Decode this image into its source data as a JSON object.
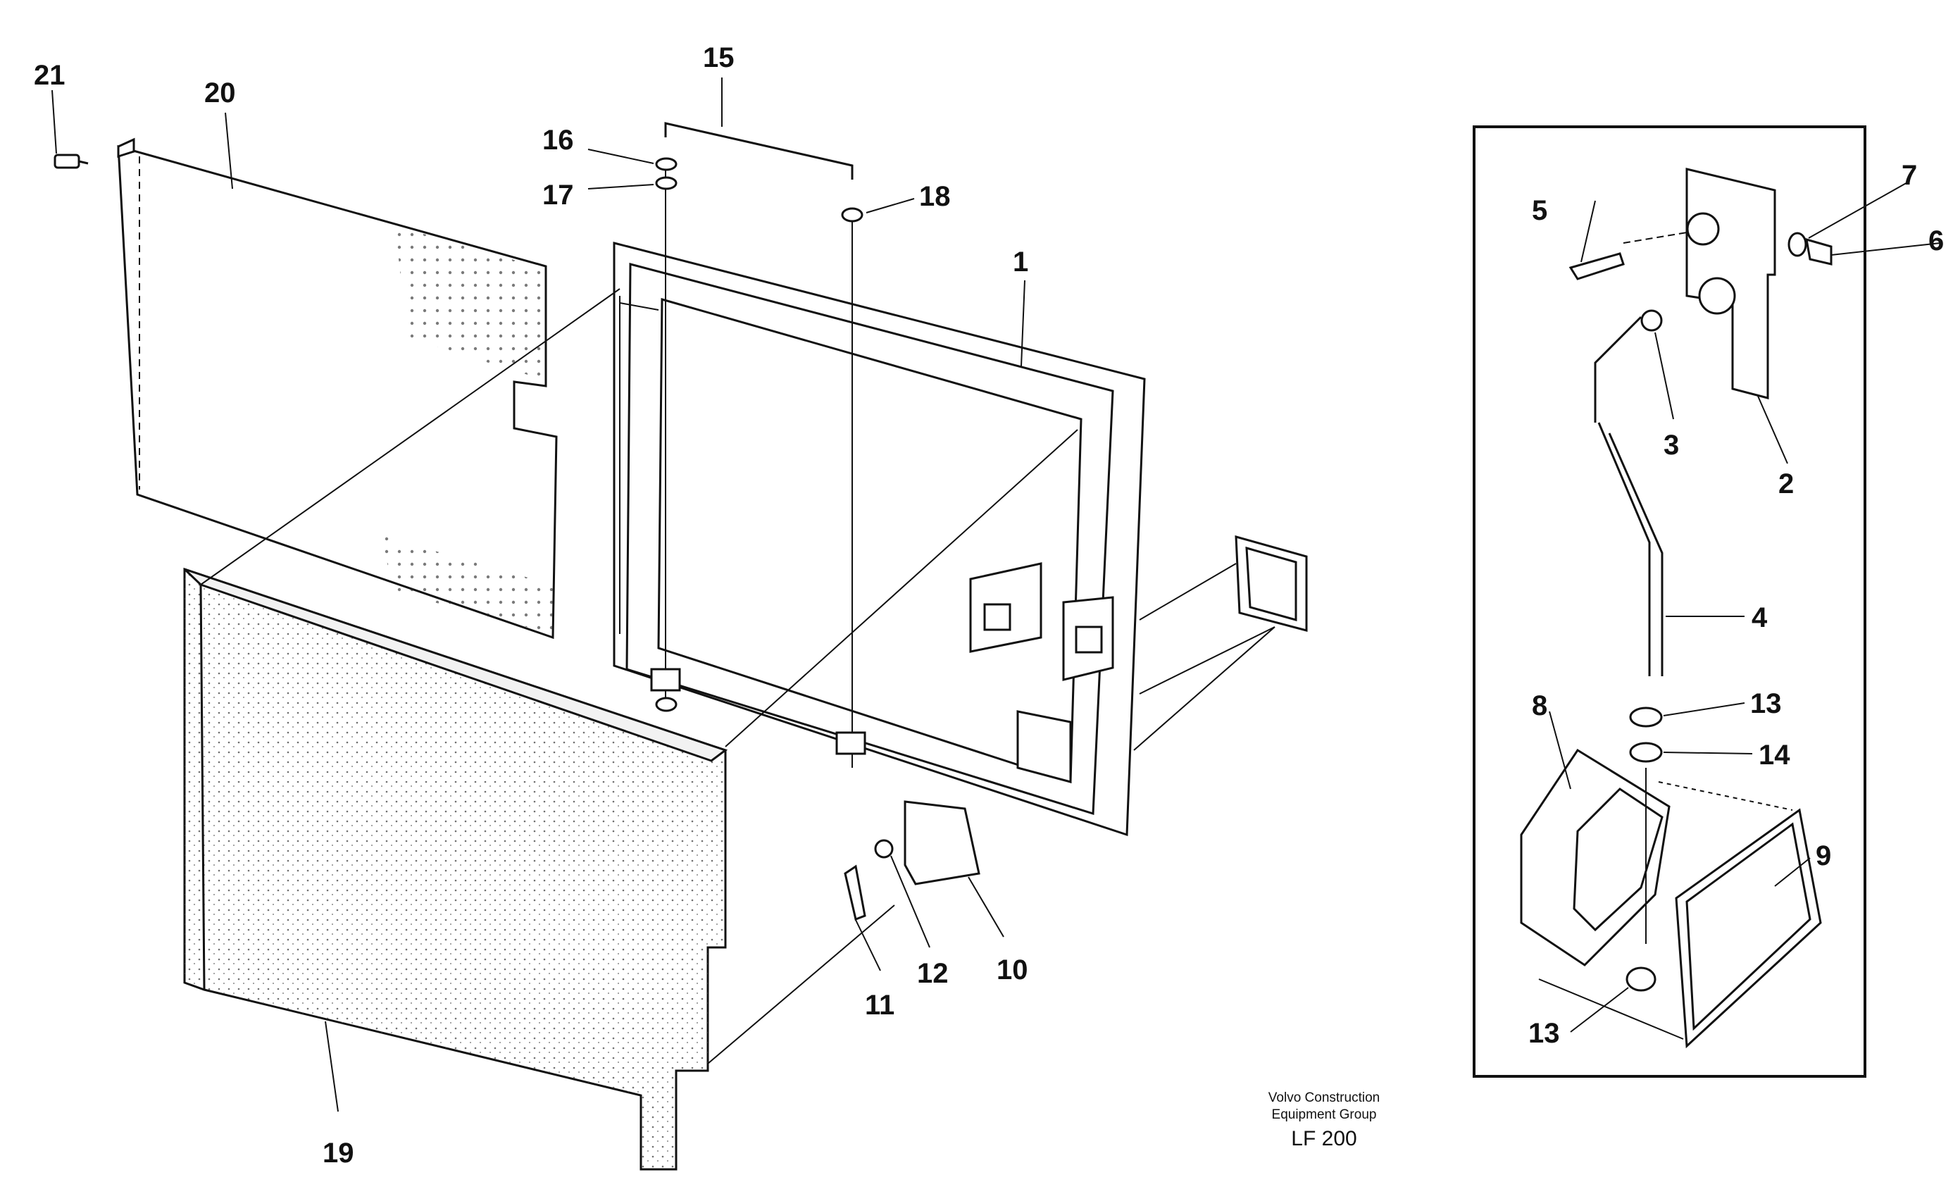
{
  "diagram": {
    "type": "exploded parts diagram",
    "callouts": [
      {
        "id": "c1",
        "label": "1"
      },
      {
        "id": "c2",
        "label": "2"
      },
      {
        "id": "c3",
        "label": "3"
      },
      {
        "id": "c4",
        "label": "4"
      },
      {
        "id": "c5",
        "label": "5"
      },
      {
        "id": "c6",
        "label": "6"
      },
      {
        "id": "c7",
        "label": "7"
      },
      {
        "id": "c8",
        "label": "8"
      },
      {
        "id": "c9",
        "label": "9"
      },
      {
        "id": "c10",
        "label": "10"
      },
      {
        "id": "c11",
        "label": "11"
      },
      {
        "id": "c12",
        "label": "12"
      },
      {
        "id": "c13a",
        "label": "13"
      },
      {
        "id": "c13b",
        "label": "13"
      },
      {
        "id": "c14",
        "label": "14"
      },
      {
        "id": "c15",
        "label": "15"
      },
      {
        "id": "c16",
        "label": "16"
      },
      {
        "id": "c17",
        "label": "17"
      },
      {
        "id": "c18",
        "label": "18"
      },
      {
        "id": "c19",
        "label": "19"
      },
      {
        "id": "c20",
        "label": "20"
      },
      {
        "id": "c21",
        "label": "21"
      }
    ]
  },
  "footer": {
    "brand_line1": "Volvo Construction",
    "brand_line2": "Equipment Group",
    "model": "LF 200"
  }
}
